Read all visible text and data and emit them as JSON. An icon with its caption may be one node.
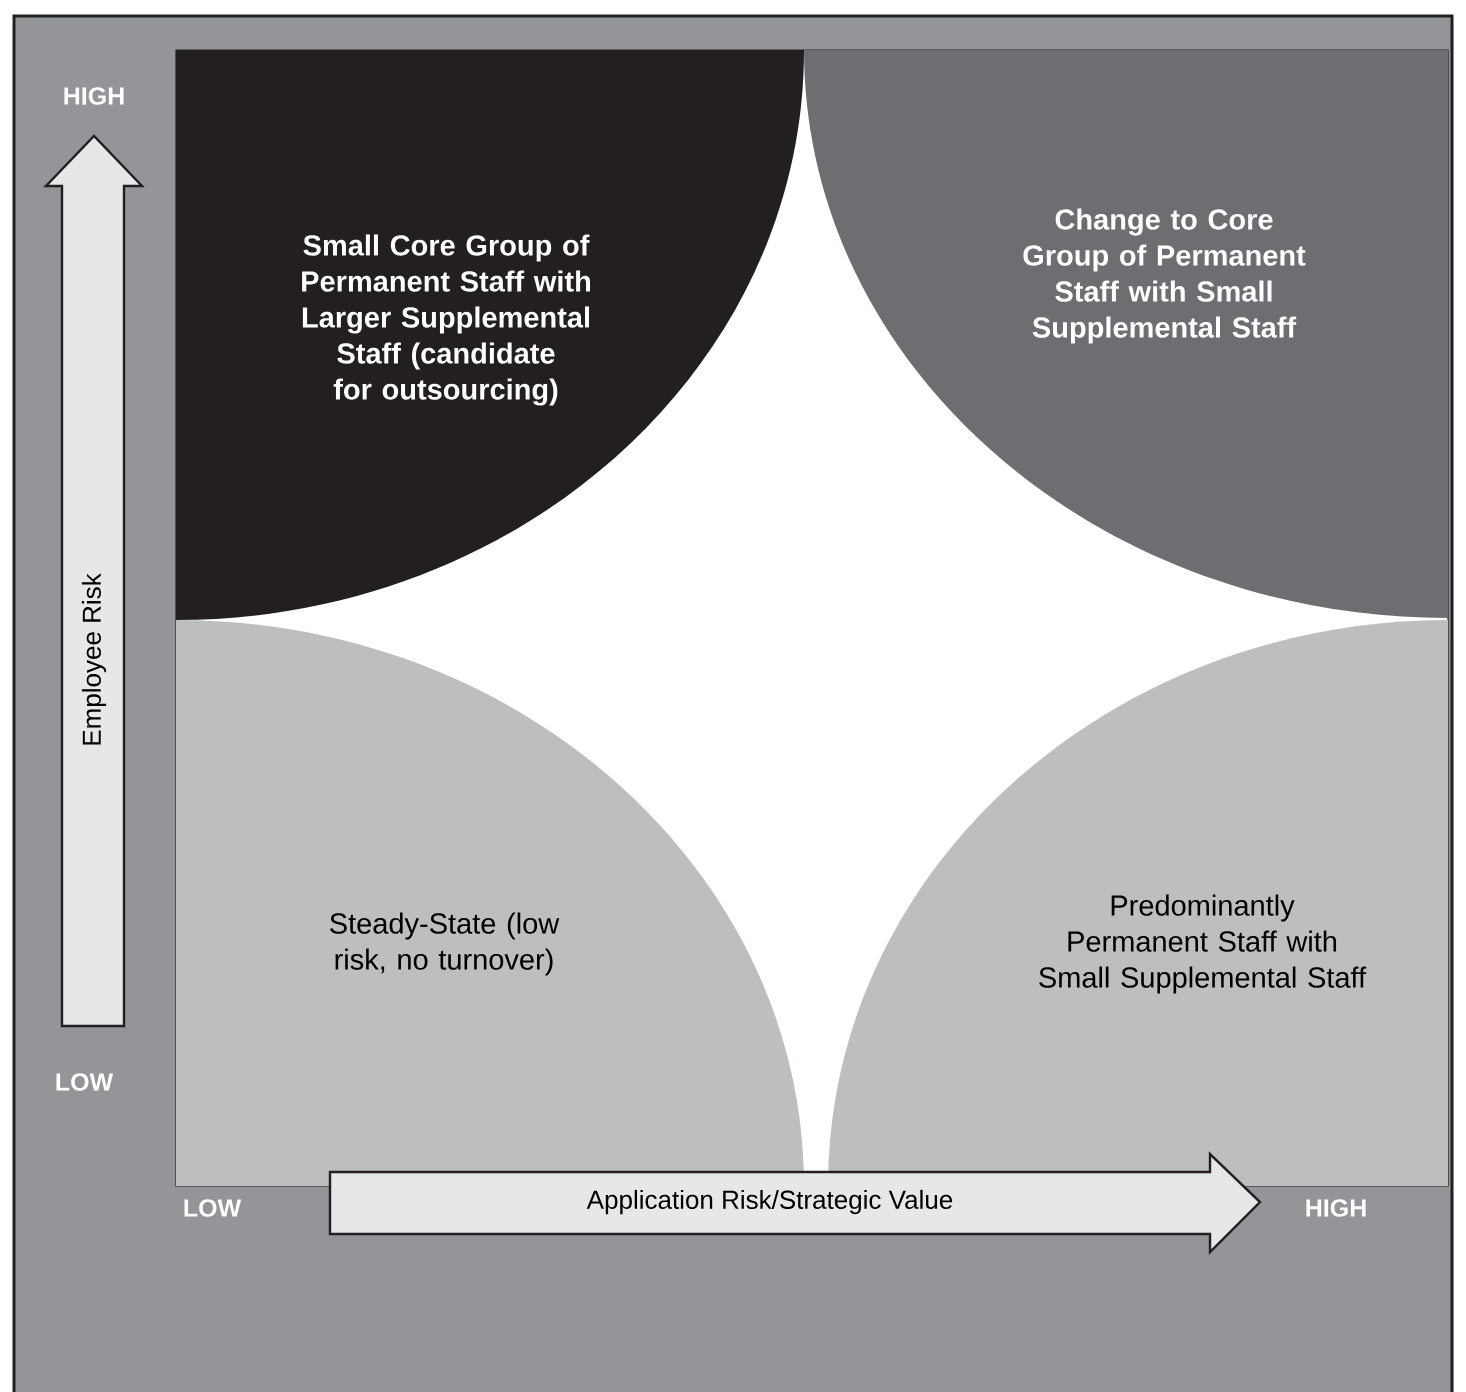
{
  "diagram": {
    "nodes": [
      {
        "text": [
          "Small Core Group of Permanent Staff with Larger Supplemental Staff (candidate for outsourcing)"
        ]
      },
      {
        "text": [
          "Change to Core Group of Permanent Staff with Small Supplemental Staff"
        ]
      },
      {
        "text": [
          "Steady-State (low risk, no turnover)"
        ]
      },
      {
        "text": [
          "Predominantly Permanent Staff with Small Supplemental Staff"
        ]
      },
      {
        "text": [
          "Employee Risk"
        ]
      },
      {
        "text": [
          "Application Risk/Strategic Value"
        ]
      }
    ],
    "labels": [
      "HIGH",
      "LOW",
      "LOW",
      "HIGH"
    ]
  }
}
